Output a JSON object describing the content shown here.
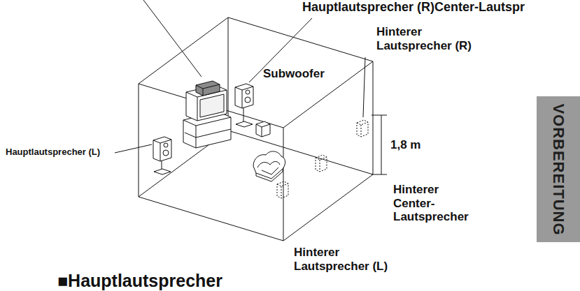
{
  "diagram": {
    "nodes": [
      {
        "text": [
          "VORBEREITUNG"
        ]
      }
    ],
    "labels": [
      "Hauptlautsprecher (R)",
      "Center-Lautspr",
      "Hinterer Lautsprecher (R)",
      "Subwoofer",
      "Hauptlautsprecher (L)",
      "1,8 m",
      "Hinterer Center-Lautsprecher",
      "Hinterer Lautsprecher (L)",
      "■Hauptlautsprecher"
    ]
  }
}
